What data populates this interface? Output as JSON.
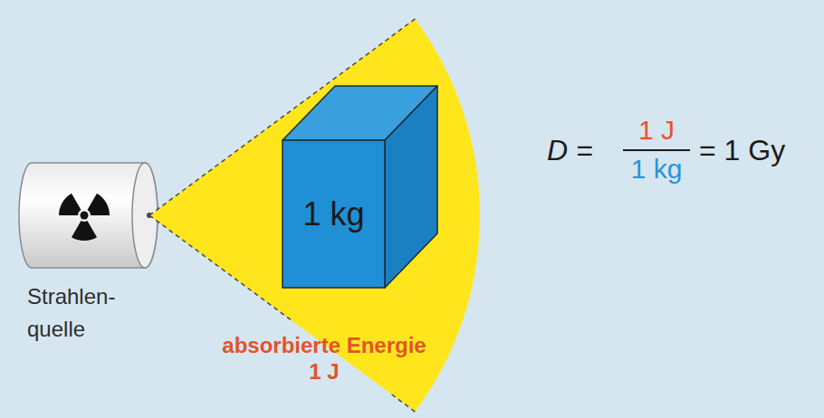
{
  "diagram": {
    "nodes": [
      {
        "text": [
          "Strahlen- quelle"
        ]
      },
      {
        "text": [
          "absorbierte Energie 1 J"
        ]
      },
      {
        "text": [
          "1 kg"
        ],
        "in": 1
      }
    ],
    "labels": [
      "D =",
      "1 J",
      "1 kg",
      "= 1 Gy"
    ]
  }
}
